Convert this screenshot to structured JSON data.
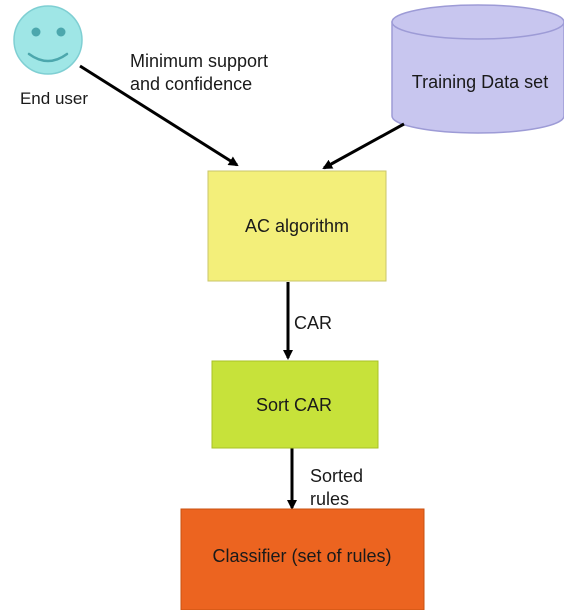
{
  "actor": {
    "label": "End user",
    "icon": "smiley-face-icon",
    "color": "#9fe6e6"
  },
  "database": {
    "label": "Training Data set",
    "icon": "database-cylinder-icon",
    "color": "#c8c6ef"
  },
  "edges": {
    "user_to_algorithm": "Minimum support\nand confidence",
    "algorithm_to_sort": "CAR",
    "sort_to_classifier": "Sorted\nrules"
  },
  "nodes": {
    "algorithm": {
      "label": "AC algorithm",
      "color": "#f3ef7a"
    },
    "sort": {
      "label": "Sort CAR",
      "color": "#c7e23a"
    },
    "classifier": {
      "label": "Classifier (set of rules)",
      "color": "#ec6420"
    }
  }
}
